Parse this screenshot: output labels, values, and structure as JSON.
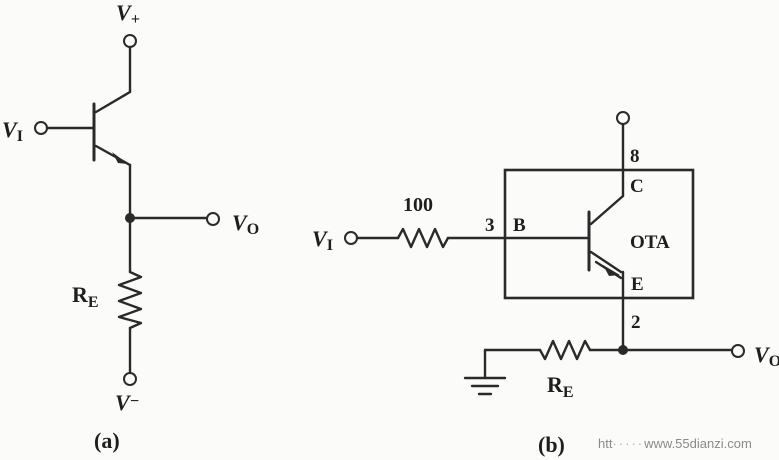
{
  "figure_a": {
    "vplus": {
      "main": "V",
      "sub": "+"
    },
    "vin": {
      "main": "V",
      "sub": "I"
    },
    "vout": {
      "main": "V",
      "sub": "O"
    },
    "resistor": {
      "main": "R",
      "sub": "E"
    },
    "vminus": {
      "main": "V",
      "sub": "−"
    },
    "caption": "(a)"
  },
  "figure_b": {
    "vin": {
      "main": "V",
      "sub": "I"
    },
    "resistor_in_value": "100",
    "pin_b_number": "3",
    "pin_b_letter": "B",
    "pin_c_number": "8",
    "pin_c_letter": "C",
    "pin_e_letter": "E",
    "pin_e_number": "2",
    "ota_label": "OTA",
    "vout": {
      "main": "V",
      "sub": "O"
    },
    "resistor_e": {
      "main": "R",
      "sub": "E"
    },
    "caption": "(b)"
  },
  "watermark": {
    "prefix": "htt",
    "dots": "·····",
    "site": "www.55dianzi.com"
  },
  "colors": {
    "ink": "#2a2a2a",
    "background": "#fbfbfa",
    "watermark": "#8a8a8a"
  }
}
